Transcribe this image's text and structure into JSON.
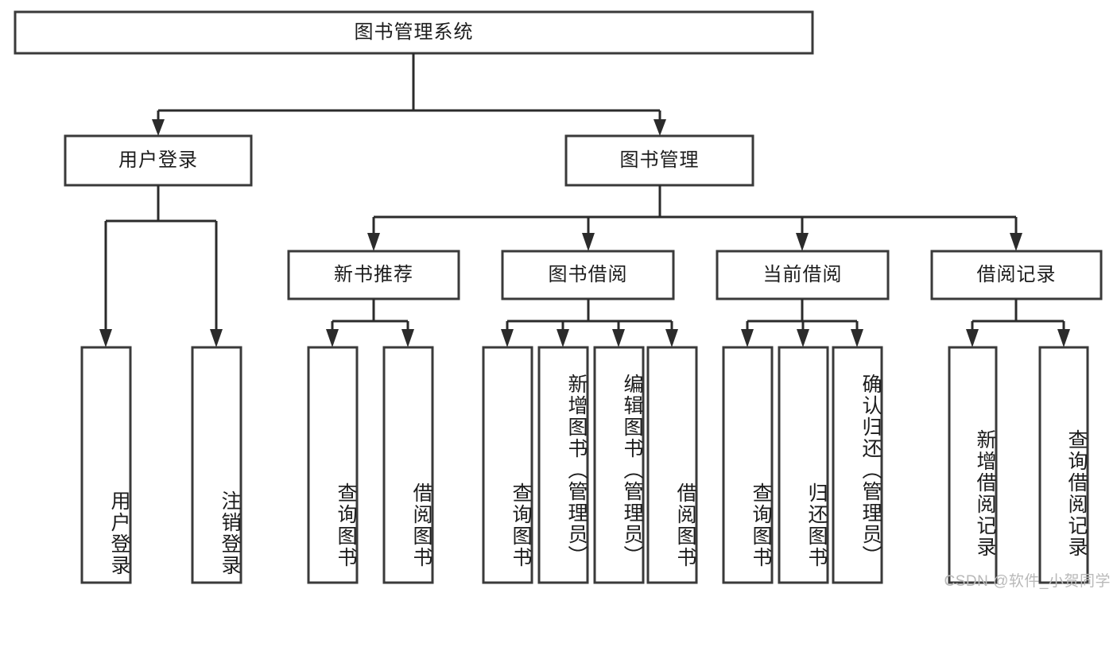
{
  "diagram": {
    "type": "tree-hierarchy",
    "title": "图书管理系统",
    "orientation": "top-down",
    "colors": {
      "box_stroke": "#3a3a3a",
      "connector": "#2b2b2b",
      "background": "#ffffff",
      "text": "#1c1c1c",
      "watermark": "#b9b9b9"
    },
    "root": {
      "label": "图书管理系统"
    },
    "level2": [
      {
        "label": "用户登录"
      },
      {
        "label": "图书管理"
      }
    ],
    "level3": [
      {
        "label": "新书推荐"
      },
      {
        "label": "图书借阅"
      },
      {
        "label": "当前借阅"
      },
      {
        "label": "借阅记录"
      }
    ],
    "leaves_user_login": [
      {
        "label": "用户登录"
      },
      {
        "label": "注销登录"
      }
    ],
    "leaves_new_book": [
      {
        "label": "查询图书"
      },
      {
        "label": "借阅图书"
      }
    ],
    "leaves_borrow": [
      {
        "label": "查询图书"
      },
      {
        "label": "新增图书（管理员）"
      },
      {
        "label": "编辑图书（管理员）"
      },
      {
        "label": "借阅图书"
      }
    ],
    "leaves_current": [
      {
        "label": "查询图书"
      },
      {
        "label": "归还图书"
      },
      {
        "label": "确认归还（管理员）"
      }
    ],
    "leaves_records": [
      {
        "label": "新增借阅记录"
      },
      {
        "label": "查询借阅记录"
      }
    ]
  },
  "watermark": {
    "text": "CSDN @软件_小贺同学"
  }
}
